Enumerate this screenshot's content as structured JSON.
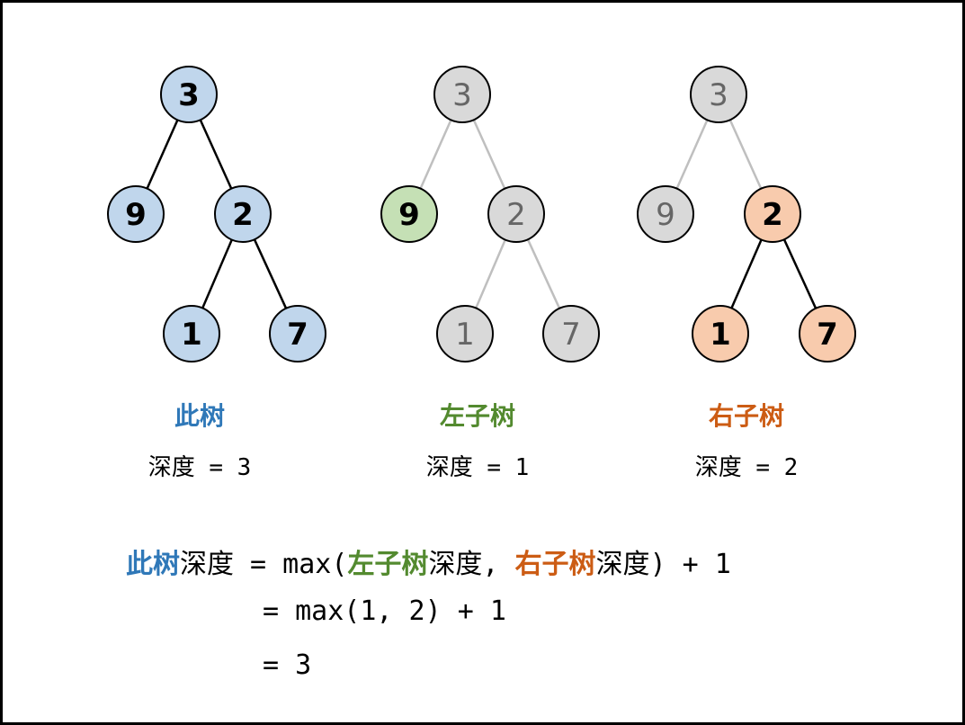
{
  "trees": [
    {
      "name": "this-tree",
      "caption": "此树",
      "caption_color": "#2f78b8",
      "depth_text": "深度 = 3",
      "nodes": [
        {
          "id": "root",
          "value": "3",
          "state": "blue"
        },
        {
          "id": "left",
          "value": "9",
          "state": "blue"
        },
        {
          "id": "right",
          "value": "2",
          "state": "blue"
        },
        {
          "id": "right-left",
          "value": "1",
          "state": "blue"
        },
        {
          "id": "right-right",
          "value": "7",
          "state": "blue"
        }
      ],
      "edges_active": [
        "root-left",
        "root-right",
        "right-right-left",
        "right-right-right"
      ]
    },
    {
      "name": "left-subtree",
      "caption": "左子树",
      "caption_color": "#538a2f",
      "depth_text": "深度 = 1",
      "nodes": [
        {
          "id": "root",
          "value": "3",
          "state": "gray"
        },
        {
          "id": "left",
          "value": "9",
          "state": "green"
        },
        {
          "id": "right",
          "value": "2",
          "state": "gray"
        },
        {
          "id": "right-left",
          "value": "1",
          "state": "gray"
        },
        {
          "id": "right-right",
          "value": "7",
          "state": "gray"
        }
      ],
      "edges_active": []
    },
    {
      "name": "right-subtree",
      "caption": "右子树",
      "caption_color": "#cc5c14",
      "depth_text": "深度 = 2",
      "nodes": [
        {
          "id": "root",
          "value": "3",
          "state": "gray"
        },
        {
          "id": "left",
          "value": "9",
          "state": "gray"
        },
        {
          "id": "right",
          "value": "2",
          "state": "orange"
        },
        {
          "id": "right-left",
          "value": "1",
          "state": "orange"
        },
        {
          "id": "right-right",
          "value": "7",
          "state": "orange"
        }
      ],
      "edges_active": [
        "right-right-left",
        "right-right-right"
      ]
    }
  ],
  "colors": {
    "blue_fill": "#c0d6ec",
    "green_fill": "#c5e0b5",
    "orange_fill": "#f8cbad",
    "gray_fill": "#d9d9d9",
    "gray_text": "#666666",
    "gray_edge": "#bfbfbf"
  },
  "formula": {
    "line1": {
      "this_tree": "此树",
      "depth1": "深度",
      "eq_max": " = max(",
      "left_subtree": "左子树",
      "depth2": "深度, ",
      "right_subtree": "右子树",
      "depth3": "深度",
      "tail": ") + 1"
    },
    "line2": "= max(1, 2) + 1",
    "line3": "= 3"
  }
}
